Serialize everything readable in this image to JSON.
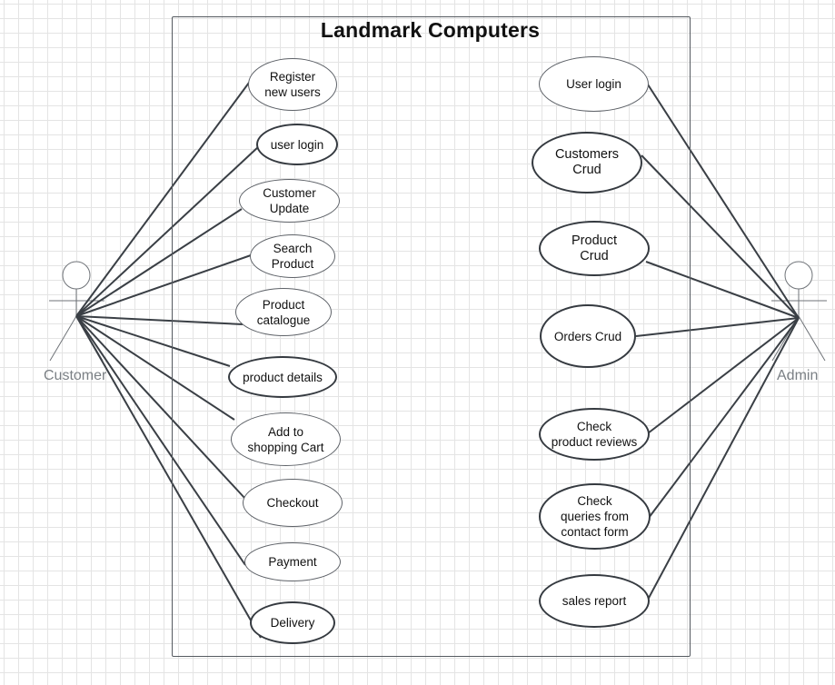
{
  "title": "Landmark Computers",
  "colors": {
    "line": "#3a3f45",
    "boundary": "#555a60",
    "actor": "#6f7378",
    "actor_label": "#7a7f84",
    "grid": "#e4e4e4"
  },
  "actors": {
    "customer": {
      "label": "Customer"
    },
    "admin": {
      "label": "Admin"
    }
  },
  "customer_use_cases": [
    "Register\nnew  users",
    "user login",
    "Customer\nUpdate",
    "Search\nProduct",
    "Product\ncatalogue",
    "product details",
    "Add to\nshopping Cart",
    "Checkout",
    "Payment",
    "Delivery"
  ],
  "admin_use_cases": [
    "User login",
    "Customers\nCrud",
    "Product\nCrud",
    "Orders Crud",
    "Check\nproduct reviews",
    "Check\nqueries from\ncontact form",
    "sales report"
  ]
}
